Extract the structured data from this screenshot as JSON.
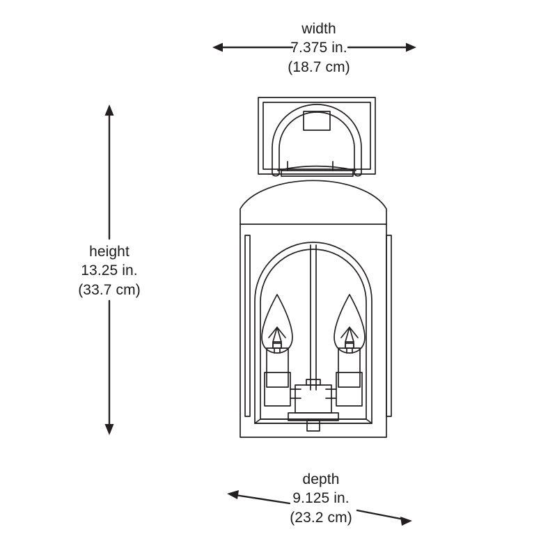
{
  "page": {
    "title": "Wall Lantern Dimension Diagram",
    "background_color": "#ffffff",
    "line_color": "#231f20",
    "text_color": "#1a1a1a"
  },
  "dimensions": {
    "width": {
      "name": "width",
      "inches": "7.375 in.",
      "centimeters": "(18.7 cm)",
      "arrow": "horizontal-double"
    },
    "height": {
      "name": "height",
      "inches": "13.25 in.",
      "centimeters": "(33.7 cm)",
      "arrow": "vertical-double"
    },
    "depth": {
      "name": "depth",
      "inches": "9.125 in.",
      "centimeters": "(23.2 cm)",
      "arrow": "diagonal-double"
    }
  },
  "product": {
    "type": "two-light wall lantern sconce",
    "parts": [
      "backplate",
      "arched-bracket",
      "keyhole-square",
      "dome-top",
      "lantern-body",
      "arched-glass-panel",
      "center-mullion",
      "candle-tube-left",
      "candle-tube-right",
      "flame-bulb-left",
      "flame-bulb-right",
      "socket-hub",
      "bottom-cap"
    ]
  }
}
